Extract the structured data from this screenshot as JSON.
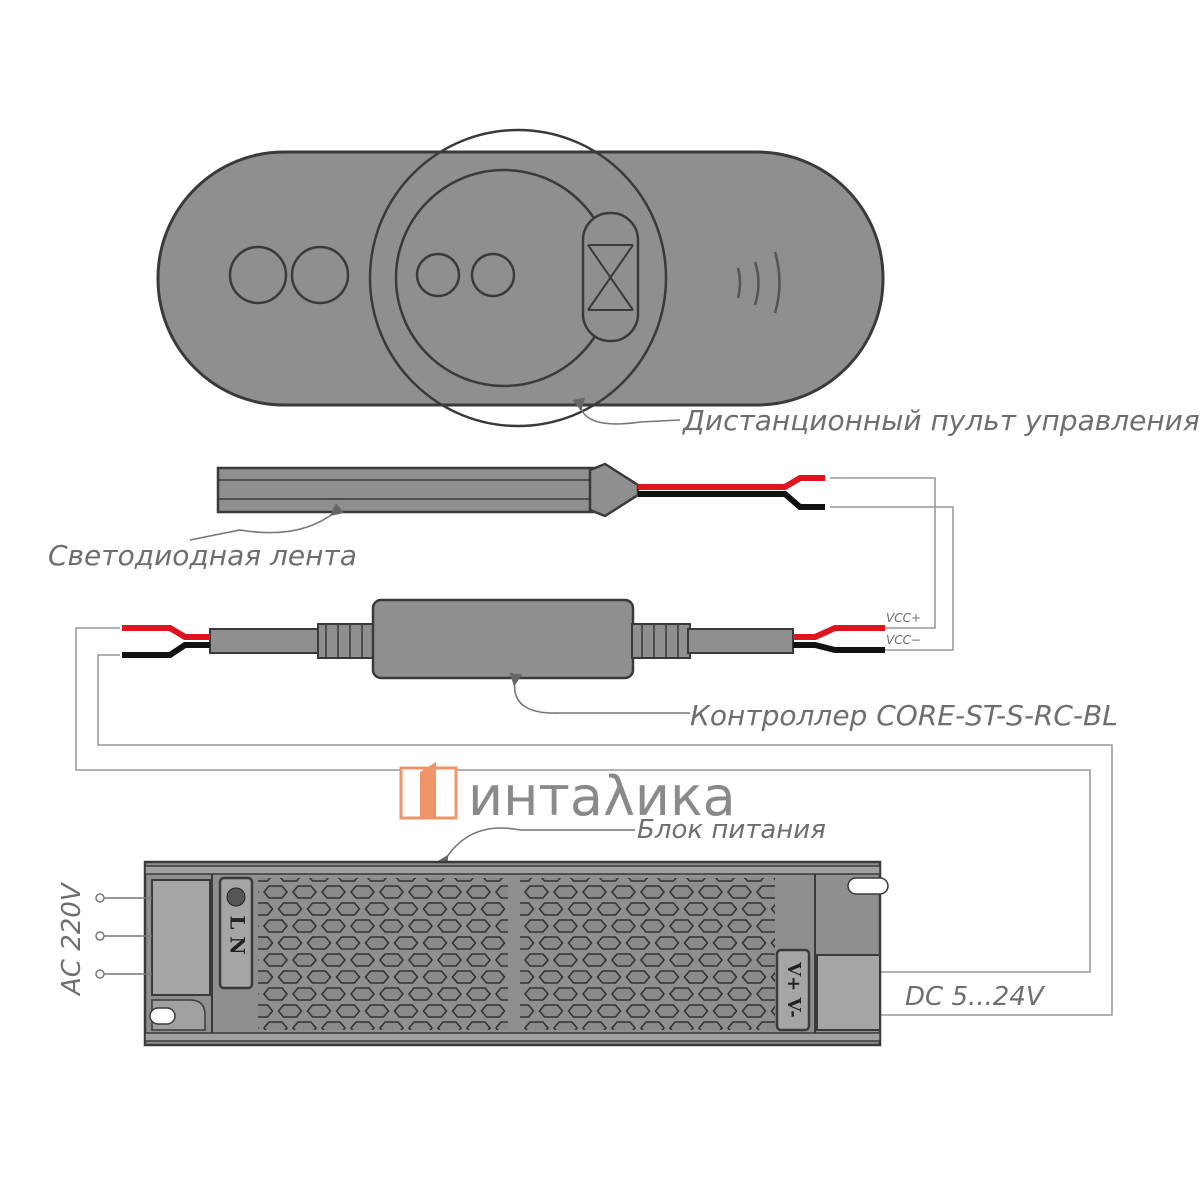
{
  "labels": {
    "remote": "Дистанционный пульт управления",
    "strip": "Светодиодная лента",
    "controller": "Контроллер  CORE-ST-S-RC-BL",
    "psu": "Блок питания",
    "ac": "AC 220V",
    "dc": "DC 5...24V",
    "vcc_plus": "VCC+",
    "vcc_minus": "VCC−"
  },
  "psu_terminals": {
    "input": "L N",
    "output": "V+ V-"
  },
  "logo": {
    "text": "интаλика",
    "accent": "#f0956a"
  },
  "colors": {
    "body": "#8f8f8f",
    "outline": "#3a3a3a",
    "wire_red": "#e0141e",
    "wire_black": "#111111",
    "line": "#9a9a9a"
  }
}
